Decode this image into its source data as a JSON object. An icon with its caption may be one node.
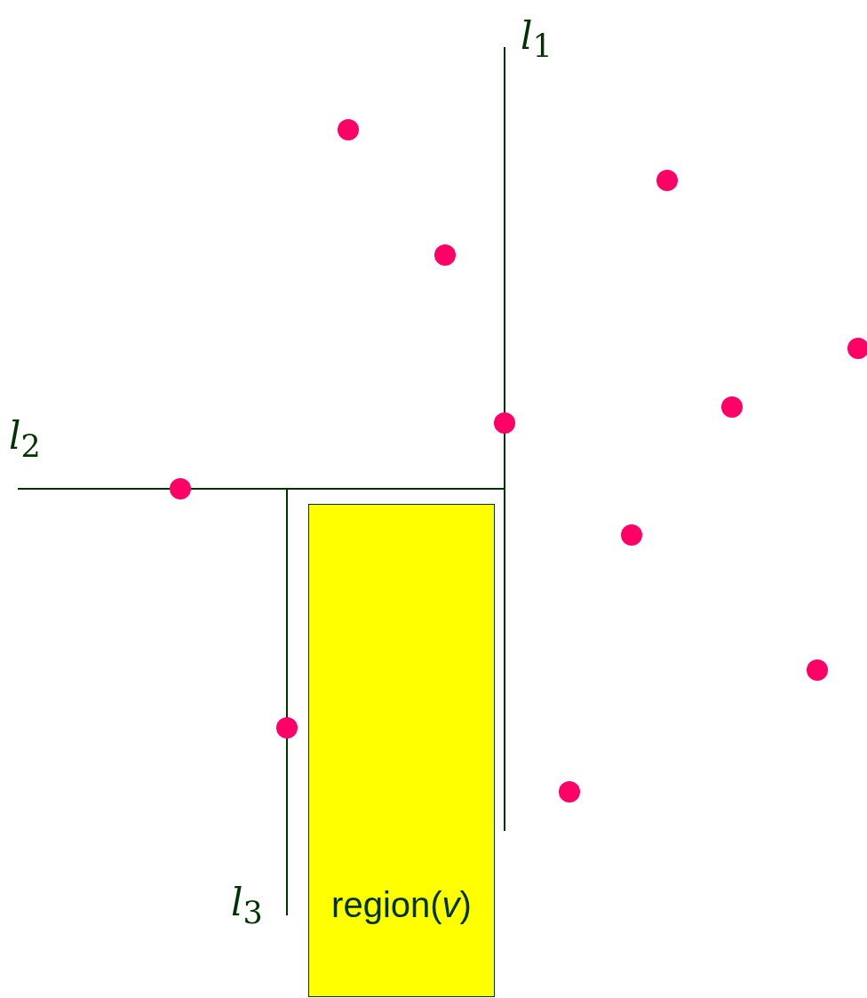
{
  "diagram": {
    "nodes": [
      {
        "text": [
          "region(*v*)"
        ]
      }
    ],
    "edges": [],
    "labels": [
      "*l*$_{1}$",
      "*l*$_{2}$",
      "*l*$_{3}$"
    ]
  }
}
